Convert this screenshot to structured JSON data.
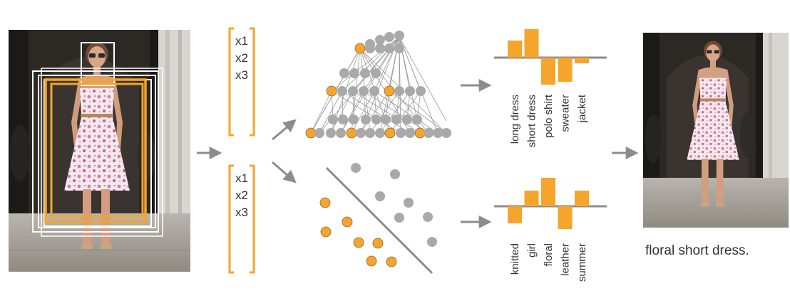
{
  "colors": {
    "accent": "#f5a52c",
    "node_gray": "#a9a9a9",
    "line": "#9a9a9a",
    "arrow": "#8c8c8c",
    "text": "#333333",
    "detection_box": "#ffffff"
  },
  "feature_vectors": [
    {
      "entries": [
        "x1",
        "x2",
        "x3"
      ]
    },
    {
      "entries": [
        "x1",
        "x2",
        "x3"
      ]
    }
  ],
  "category_chart": {
    "labels": [
      "long dress",
      "short dress",
      "polo shirt",
      "sweater",
      "jacket"
    ],
    "values": [
      0.6,
      1.0,
      -0.95,
      -0.85,
      -0.2
    ]
  },
  "attribute_chart": {
    "labels": [
      "knitted",
      "girl",
      "floral",
      "leather",
      "summer"
    ],
    "values": [
      -0.6,
      0.55,
      1.0,
      -0.8,
      0.55
    ]
  },
  "result_caption": "floral short dress.",
  "icons": {
    "input_photo": "woman-floral-dress-photo",
    "output_photo": "woman-floral-dress-photo"
  }
}
